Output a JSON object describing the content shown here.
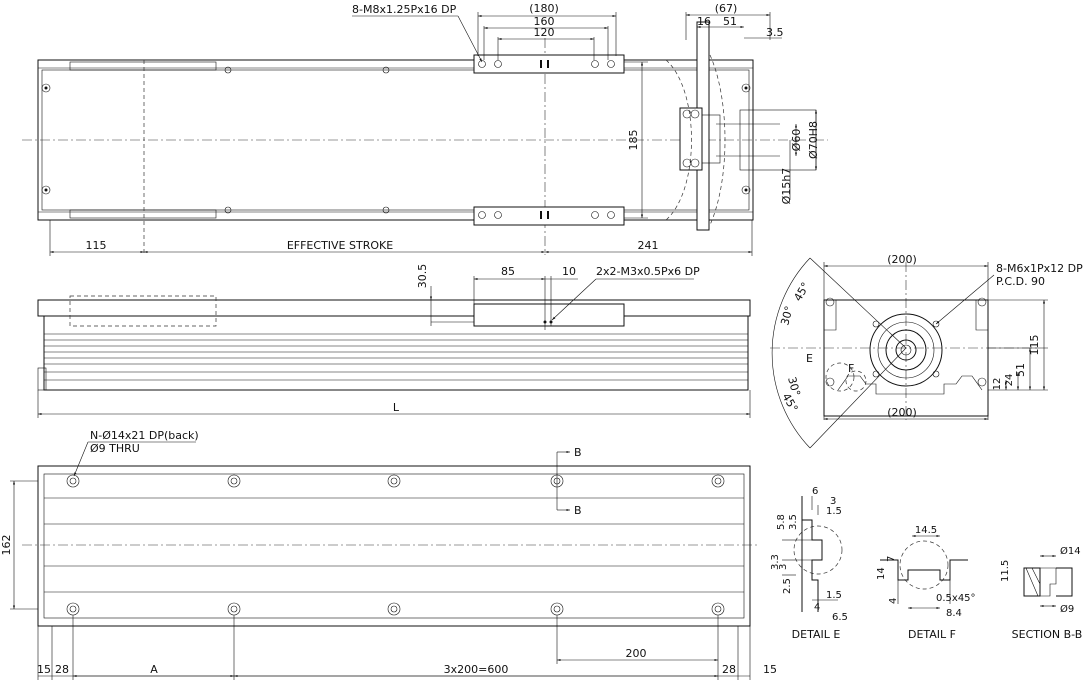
{
  "top_view": {
    "holes_note": "8-M8x1.25Px16 DP",
    "dim_180": "(180)",
    "dim_160": "160",
    "dim_120": "120",
    "dim_67": "(67)",
    "dim_16": "16",
    "dim_51": "51",
    "dim_3_5": "3.5",
    "dim_185": "185",
    "dim_60": "Ø60",
    "dim_70h8": "Ø70H8",
    "dim_15h7": "Ø15h7",
    "dim_115": "115",
    "effective_stroke": "EFFECTIVE STROKE",
    "dim_241": "241"
  },
  "side_view": {
    "dim_30_5": "30.5",
    "dim_85": "85",
    "dim_10": "10",
    "pin_note": "2x2-M3x0.5Px6 DP",
    "length": "L"
  },
  "end_view": {
    "dim_200_top": "(200)",
    "dim_200_bottom": "(200)",
    "holes_note": "8-M6x1Px12 DP",
    "pcd": "P.C.D. 90",
    "angle_45_top": "45°",
    "angle_30_top": "30°",
    "angle_30_bottom": "30°",
    "angle_45_bottom": "45°",
    "label_e": "E",
    "label_f": "F",
    "dim_115": "115",
    "dim_51": "51",
    "dim_24": "24",
    "dim_12": "12"
  },
  "bottom_view": {
    "hole_note_1": "N-Ø14x21 DP(back)",
    "hole_note_2": "Ø9 THRU",
    "section_b": "B",
    "dim_162": "162",
    "dim_15_left": "15",
    "dim_28_left": "28",
    "dim_a": "A",
    "dim_pitch": "3x200=600",
    "dim_200": "200",
    "dim_28_right": "28",
    "dim_15_right": "15"
  },
  "detail_e": {
    "title": "DETAIL E",
    "dims": [
      "6",
      "3",
      "1.5",
      "5.8",
      "3.5",
      "3.3",
      "3",
      "2.5",
      "1.5",
      "4",
      "6.5"
    ]
  },
  "detail_f": {
    "title": "DETAIL F",
    "dims": [
      "14.5",
      "7",
      "14",
      "4",
      "0.5x45°",
      "8.4"
    ]
  },
  "section_bb": {
    "title": "SECTION B-B",
    "dim_d14": "Ø14",
    "dim_11_5": "11.5",
    "dim_d9": "Ø9"
  }
}
